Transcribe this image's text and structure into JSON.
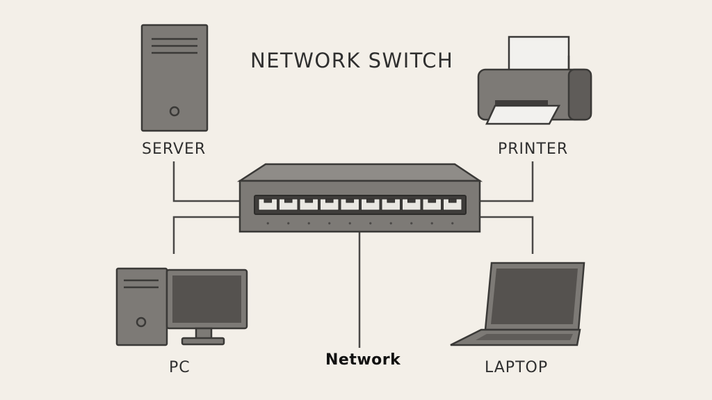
{
  "diagram": {
    "title": "NETWORK SWITCH",
    "devices": {
      "server": "SERVER",
      "printer": "PRINTER",
      "pc": "PC",
      "laptop": "LAPTOP"
    },
    "network_label": "Network",
    "switch": {
      "port_count": 10
    },
    "colors": {
      "background": "#f3efe8",
      "device_fill": "#7d7a76",
      "device_dark": "#55524f",
      "outline": "#3a3937",
      "wire": "#4a4846",
      "paper": "#f2f1ee"
    }
  }
}
